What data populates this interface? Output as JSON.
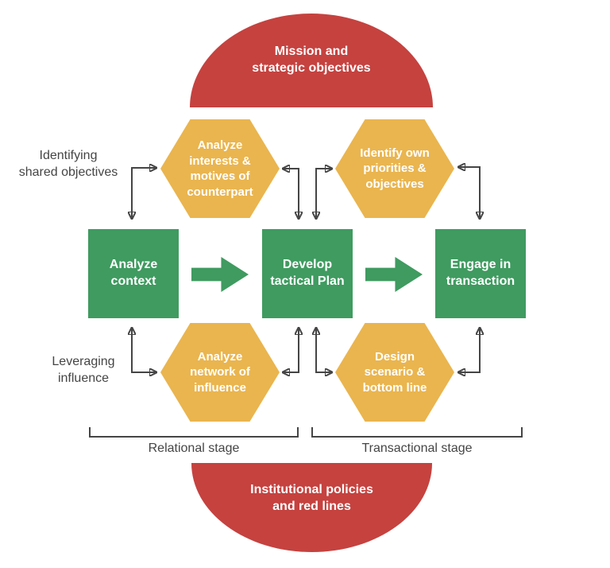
{
  "colors": {
    "red": "#C5423F",
    "green": "#3F9B60",
    "yellow": "#EAB54E",
    "gray": "#454545"
  },
  "diagram": {
    "top_dome": {
      "label": "Mission and\nstrategic objectives"
    },
    "bottom_dome": {
      "label": "Institutional policies\nand red lines"
    },
    "hexagons": [
      {
        "id": "analyze-interests",
        "label": "Analyze\ninterests &\nmotives of\ncounterpart"
      },
      {
        "id": "identify-priorities",
        "label": "Identify own\npriorities &\nobjectives"
      },
      {
        "id": "analyze-network",
        "label": "Analyze\nnetwork of\ninfluence"
      },
      {
        "id": "design-scenario",
        "label": "Design\nscenario &\nbottom line"
      }
    ],
    "stages": [
      {
        "id": "analyze-context",
        "label": "Analyze\ncontext"
      },
      {
        "id": "develop-plan",
        "label": "Develop\ntactical Plan"
      },
      {
        "id": "engage-transaction",
        "label": "Engage in\ntransaction"
      }
    ],
    "side_labels": [
      {
        "id": "identifying-shared-objectives",
        "label": "Identifying\nshared objectives"
      },
      {
        "id": "leveraging-influence",
        "label": "Leveraging\ninfluence"
      }
    ],
    "stage_brackets": [
      {
        "id": "relational",
        "label": "Relational stage"
      },
      {
        "id": "transactional",
        "label": "Transactional stage"
      }
    ]
  }
}
